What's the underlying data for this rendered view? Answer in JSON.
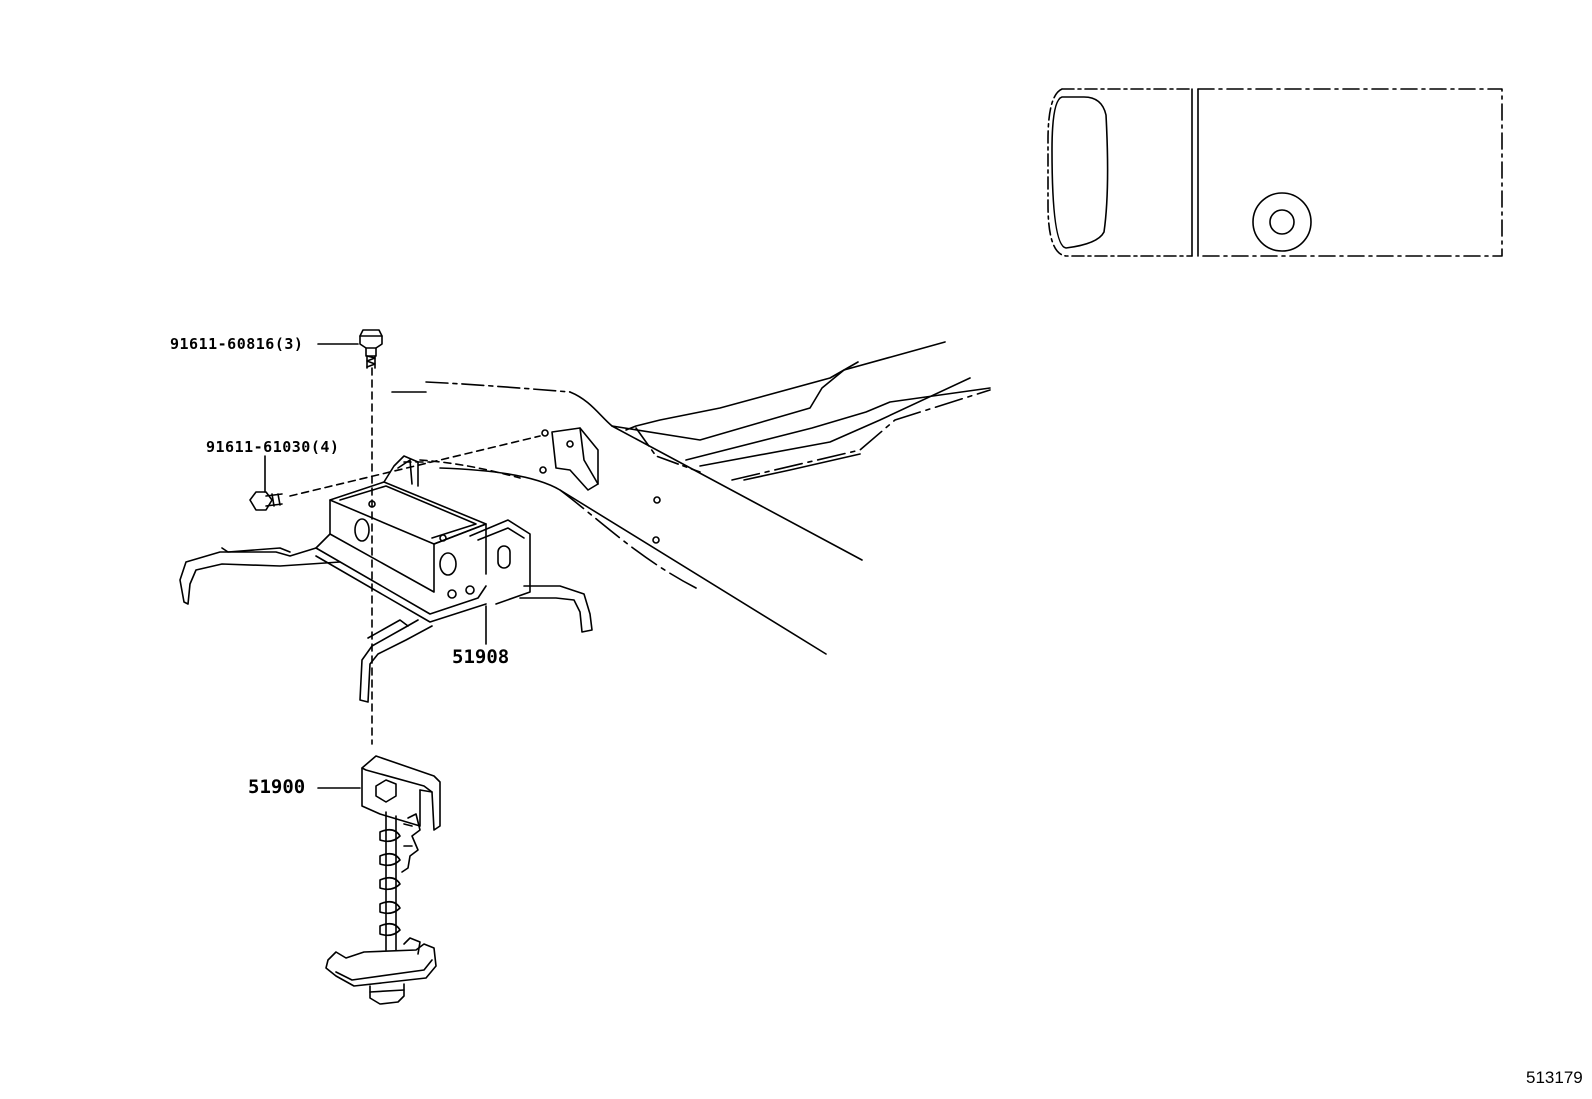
{
  "parts": {
    "bolt_long": {
      "number": "91611-60816",
      "qty": "(3)"
    },
    "bolt_short": {
      "number": "91611-61030",
      "qty": "(4)"
    },
    "carrier_bracket": {
      "number": "51908"
    },
    "winch_carrier": {
      "number": "51900"
    }
  },
  "diagram_id": "513179",
  "colors": {
    "line": "#000000",
    "background": "#ffffff"
  }
}
